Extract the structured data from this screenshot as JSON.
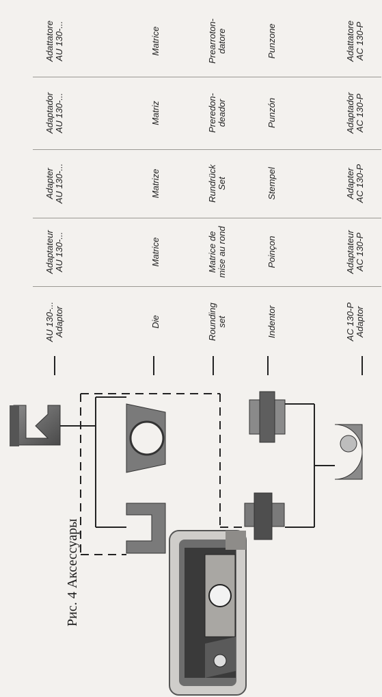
{
  "caption": "Рис. 4  Аксессуары",
  "table": {
    "columns": [
      {
        "language": "en",
        "cells": [
          "AU 130-...\nAdaptor",
          "Die",
          "Rounding\nset",
          "Indentor",
          "AC 130-P\nAdaptor"
        ]
      },
      {
        "language": "fr",
        "cells": [
          "Adaptateur\nAU 130-...",
          "Matrice",
          "Matrice de\nmise au rond",
          "Poinçon",
          "Adaptateur\nAC 130-P"
        ]
      },
      {
        "language": "de",
        "cells": [
          "Adapter\nAU 130-...",
          "Matrize",
          "Rundrück\nSet",
          "Stempel",
          "Adapter\nAC 130-P"
        ]
      },
      {
        "language": "es",
        "cells": [
          "Adaptador\nAU 130-...",
          "Matriz",
          "Preredon-\ndeador",
          "Punzón",
          "Adaptador\nAC 130-P"
        ]
      },
      {
        "language": "it",
        "cells": [
          "Adattatore\nAU 130-...",
          "Matrice",
          "Prearroton-\ndatore",
          "Punzone",
          "Adattatore\nAC 130-P"
        ]
      }
    ]
  }
}
